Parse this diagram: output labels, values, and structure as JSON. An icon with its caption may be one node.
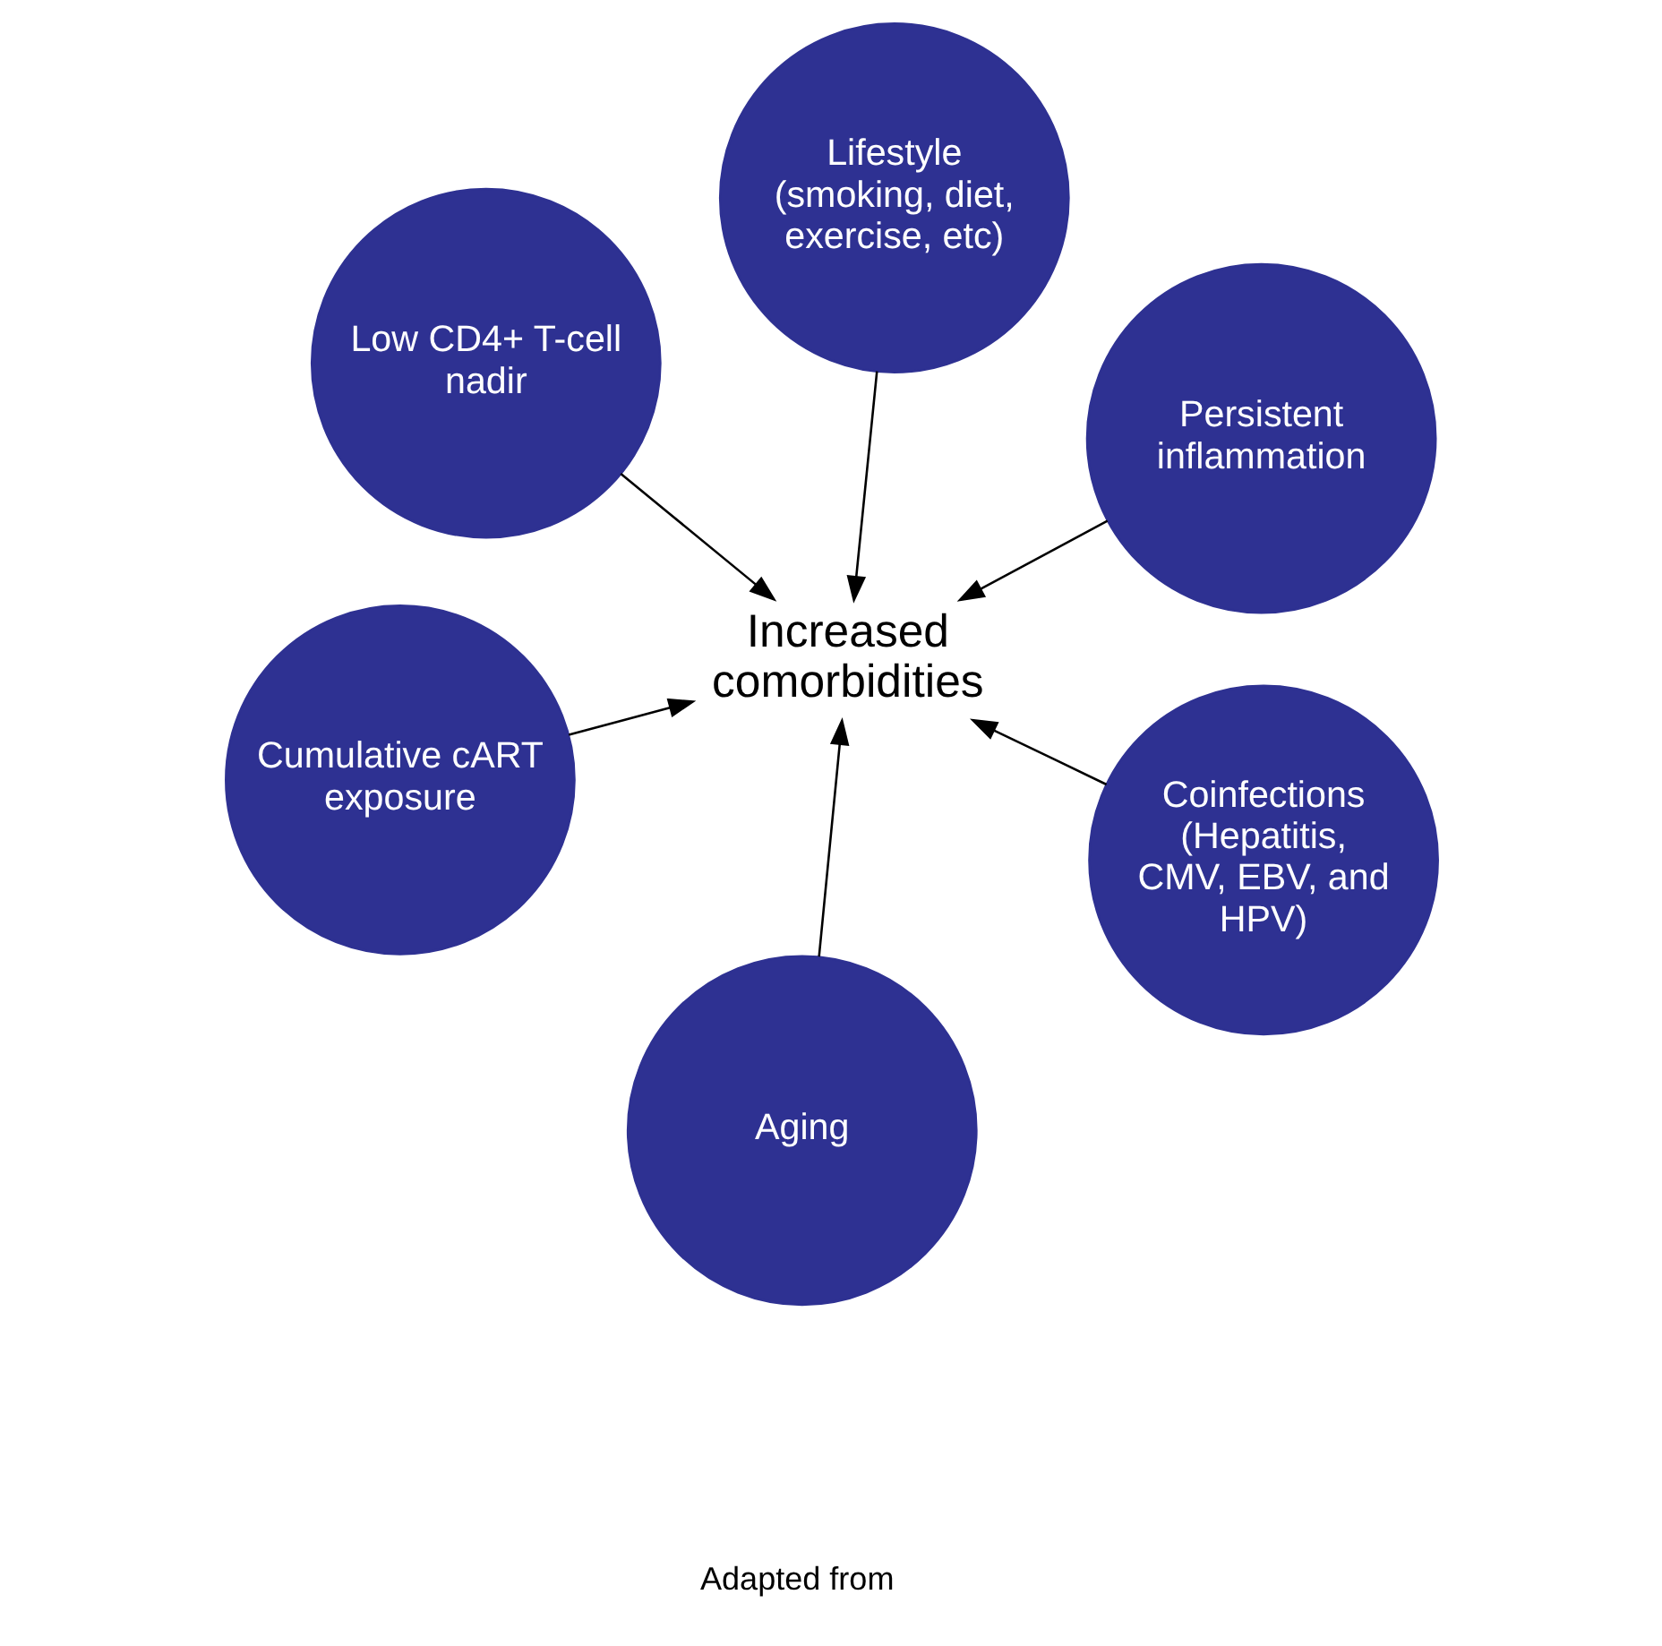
{
  "diagram": {
    "nodes": [
      {
        "text": [
          "Low CD4+ T-cell nadir"
        ]
      },
      {
        "text": [
          "Persistent inflammation"
        ]
      },
      {
        "text": [
          "Coinfections (Hepatitis, CMV, EBV, and HPV)"
        ]
      },
      {
        "text": [
          "Increased comorbidities"
        ]
      },
      {
        "text": [
          "Lifestyle (smoking, diet, exercise, etc)"
        ]
      },
      {
        "text": [
          "Cumulative cART exposure"
        ]
      },
      {
        "text": [
          "Aging"
        ]
      }
    ],
    "edges": [
      {
        "from": 0,
        "to": 3,
        "arrow": "to"
      },
      {
        "from": 1,
        "to": 3,
        "arrow": "to"
      },
      {
        "from": 2,
        "to": 3,
        "arrow": "to"
      },
      {
        "from": 4,
        "to": 3,
        "arrow": "to"
      },
      {
        "from": 5,
        "to": 3,
        "arrow": "to"
      },
      {
        "from": 6,
        "to": 3,
        "arrow": "to"
      }
    ],
    "labels": [
      "Adapted from"
    ]
  }
}
